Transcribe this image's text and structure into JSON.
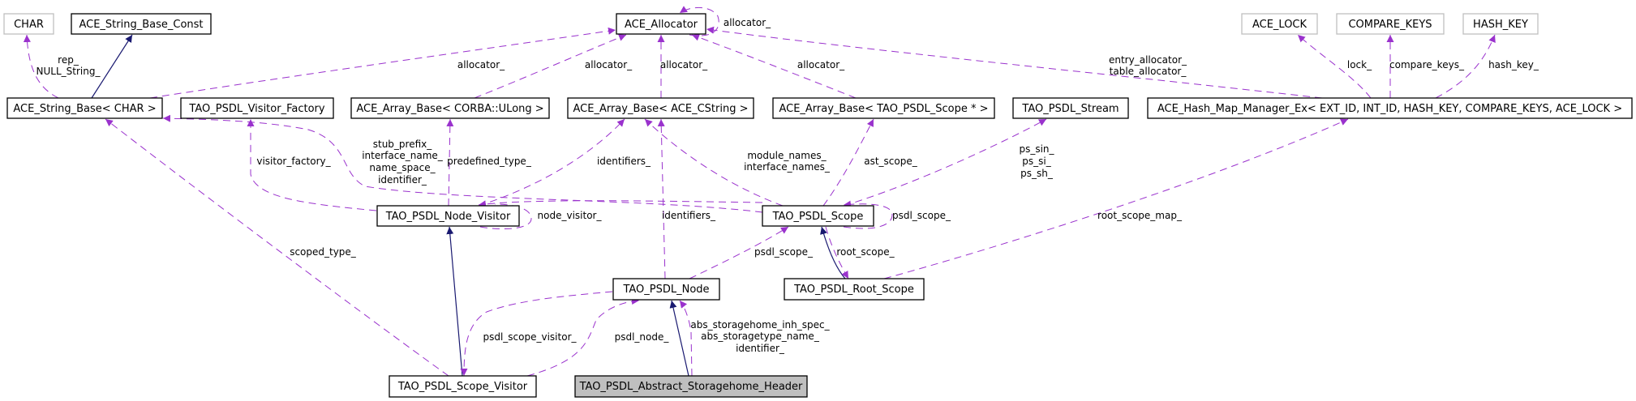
{
  "colors": {
    "usage_edge": "#9a32cd",
    "inheritance_edge": "#191970",
    "focus_fill": "#bfbfbf",
    "external_border": "#bfbfbf"
  },
  "nodes": {
    "char": "CHAR",
    "string_base_const": "ACE_String_Base_Const",
    "allocator": "ACE_Allocator",
    "ace_lock": "ACE_LOCK",
    "compare_keys": "COMPARE_KEYS",
    "hash_key": "HASH_KEY",
    "string_base": "ACE_String_Base< CHAR >",
    "visitor_factory": "TAO_PSDL_Visitor_Factory",
    "array_ulong": "ACE_Array_Base< CORBA::ULong >",
    "array_cstring": "ACE_Array_Base< ACE_CString >",
    "array_scope": "ACE_Array_Base< TAO_PSDL_Scope * >",
    "stream": "TAO_PSDL_Stream",
    "hash_map": "ACE_Hash_Map_Manager_Ex< EXT_ID, INT_ID, HASH_KEY, COMPARE_KEYS, ACE_LOCK >",
    "node_visitor": "TAO_PSDL_Node_Visitor",
    "scope": "TAO_PSDL_Scope",
    "node": "TAO_PSDL_Node",
    "root_scope": "TAO_PSDL_Root_Scope",
    "scope_visitor": "TAO_PSDL_Scope_Visitor",
    "focus": "TAO_PSDL_Abstract_Storagehome_Header"
  },
  "edge_labels": {
    "rep": [
      "rep_",
      "NULL_String_"
    ],
    "alloc_string": "allocator_",
    "alloc_ulong": "allocator_",
    "alloc_cstring": "allocator_",
    "alloc_scope": "allocator_",
    "alloc_self": "allocator_",
    "alloc_hash": [
      "entry_allocator_",
      "table_allocator_"
    ],
    "lock": "lock_",
    "compare_keys": "compare_keys_",
    "hash_key": "hash_key_",
    "scope_strings": [
      "stub_prefix_",
      "interface_name_",
      "name_space_",
      "identifier_"
    ],
    "visitor_factory": "visitor_factory_",
    "predefined_type": "predefined_type_",
    "identifiers_visitor": "identifiers_",
    "module_names": [
      "module_names_",
      "interface_names_"
    ],
    "ast_scope": "ast_scope_",
    "ps": [
      "ps_sin_",
      "ps_si_",
      "ps_sh_"
    ],
    "node_visitor": "node_visitor_",
    "psdl_scope_self": "psdl_scope_",
    "identifiers_node": "identifiers_",
    "root_scope_map": "root_scope_map_",
    "scoped_type": "scoped_type_",
    "psdl_scope": "psdl_scope_",
    "root_scope": "root_scope_",
    "psdl_scope_visitor": "psdl_scope_visitor_",
    "psdl_node": "psdl_node_",
    "focus_members": [
      "abs_storagehome_inh_spec_",
      "abs_storagetype_name_",
      "identifier_"
    ]
  }
}
